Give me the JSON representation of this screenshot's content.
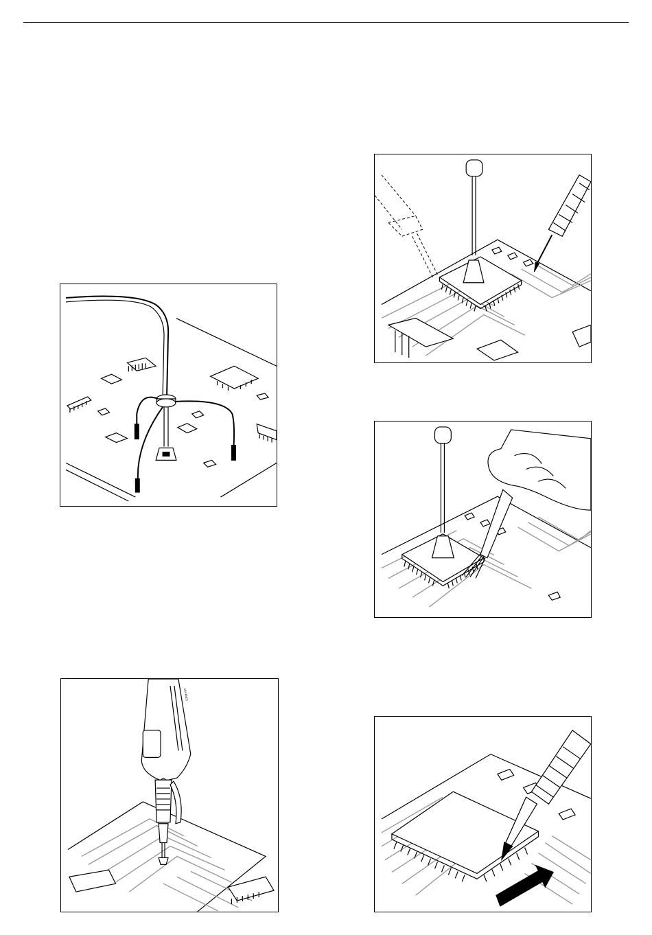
{
  "page": {
    "header_rule": true
  },
  "figures": [
    {
      "id": "fig-probe",
      "icon": "hot-air-nozzle-with-support-legs-illustration"
    },
    {
      "id": "fig-vacuum",
      "icon": "vacuum-pickup-pen-illustration",
      "stamp": "ADVANCE"
    },
    {
      "id": "fig-solder",
      "icon": "soldering-iron-on-qfp-chip-illustration"
    },
    {
      "id": "fig-flux",
      "icon": "flux-brush-on-qfp-pins-illustration"
    },
    {
      "id": "fig-drag",
      "icon": "drag-soldering-with-arrow-illustration"
    }
  ],
  "colors": {
    "line": "#000000",
    "trace": "#9a9a9a",
    "background": "#ffffff"
  }
}
